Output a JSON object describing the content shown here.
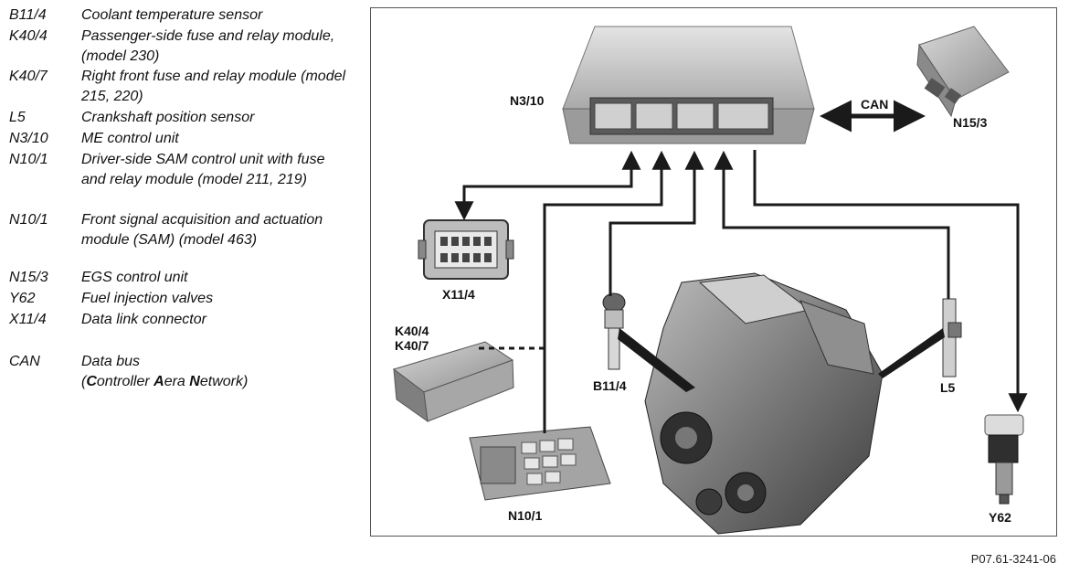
{
  "legend": {
    "items": [
      {
        "code": "B11/4",
        "desc": "Coolant temperature sensor"
      },
      {
        "code": "K40/4",
        "desc": "Passenger-side fuse and relay module, (model 230)"
      },
      {
        "code": "K40/7",
        "desc": "Right front fuse and relay module (model 215, 220)"
      },
      {
        "code": "L5",
        "desc": "Crankshaft position sensor"
      },
      {
        "code": "N3/10",
        "desc": "ME control unit"
      },
      {
        "code": "N10/1",
        "desc": "Driver-side SAM control unit with fuse and relay module (model 211, 219)"
      },
      {
        "code": "N10/1",
        "desc": "Front signal acquisition and actuation module (SAM) (model 463)"
      },
      {
        "code": "N15/3",
        "desc": "EGS control unit"
      },
      {
        "code": "Y62",
        "desc": "Fuel injection valves"
      },
      {
        "code": "X11/4",
        "desc": "Data link connector"
      }
    ],
    "can": {
      "code": "CAN",
      "line1": "Data bus",
      "line2_open": "(",
      "line2_b1": "C",
      "line2_t1": "ontroller ",
      "line2_b2": "A",
      "line2_t2": "era ",
      "line2_b3": "N",
      "line2_t3": "etwork)"
    }
  },
  "diagram": {
    "labels": {
      "n3_10": "N3/10",
      "can": "CAN",
      "n15_3": "N15/3",
      "x11_4": "X11/4",
      "k40_4": "K40/4",
      "k40_7": "K40/7",
      "b11_4": "B11/4",
      "l5": "L5",
      "y62": "Y62",
      "n10_1": "N10/1"
    }
  },
  "figure_id": "P07.61-3241-06",
  "colors": {
    "line": "#1a1a1a",
    "frame": "#555555",
    "module": "#c9c9c9"
  }
}
